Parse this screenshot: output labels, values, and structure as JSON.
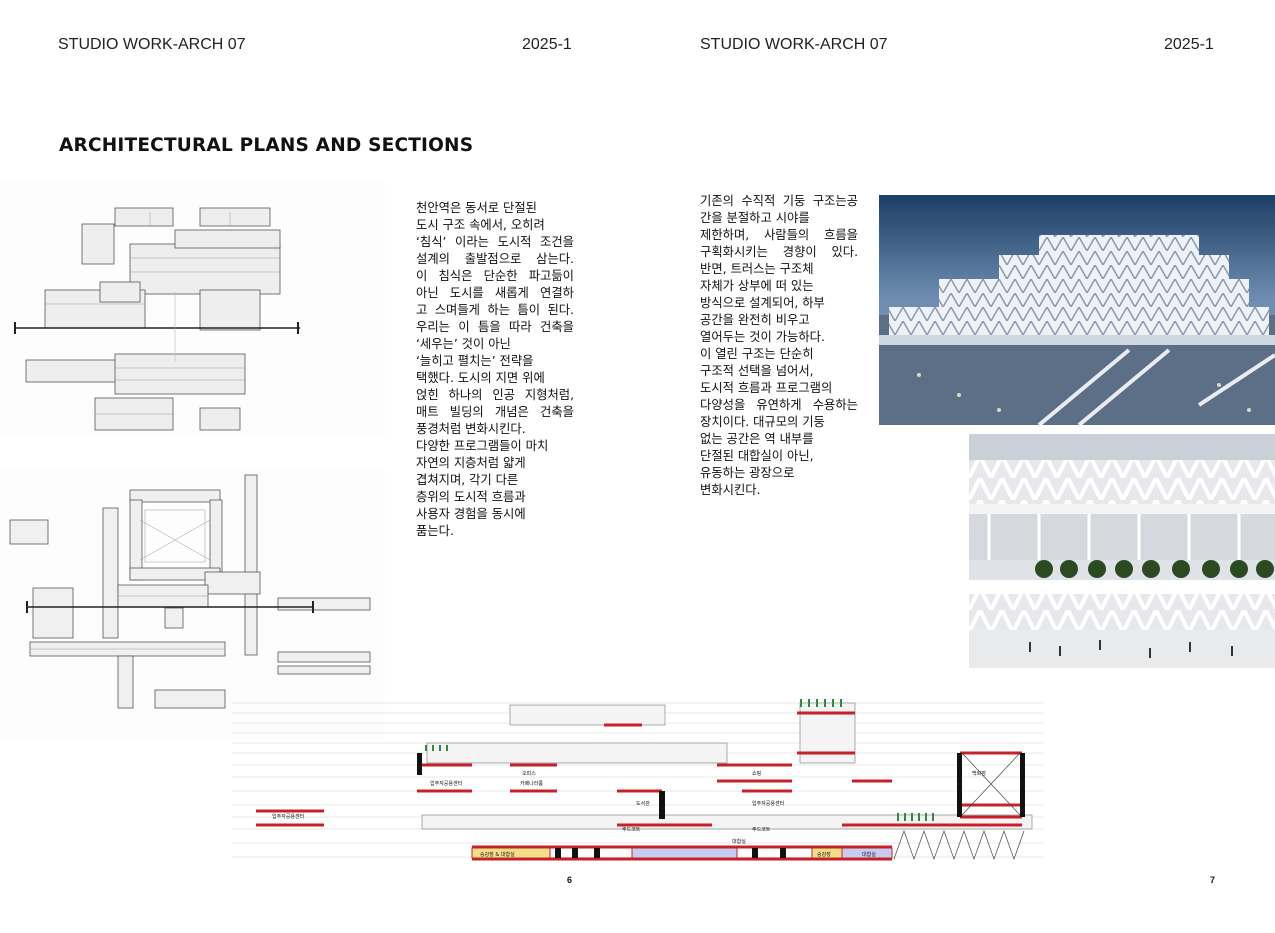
{
  "header": {
    "left_studio": "STUDIO WORK-ARCH 07",
    "left_term": "2025-1",
    "right_studio": "STUDIO WORK-ARCH 07",
    "right_term": "2025-1"
  },
  "section_title": "ARCHITECTURAL PLANS AND SECTIONS",
  "paragraph_left": [
    "천안역은 동서로 단절된",
    "도시 구조 속에서, 오히려",
    "‘침식’ 이라는 도시적 조건을",
    "설계의 출발점으로 삼는다.",
    "이 침식은 단순한 파고듦이",
    "아닌 도시를 새롭게 연결하",
    "고 스며들게 하는 틈이 된다.",
    "우리는 이 틈을 따라 건축을",
    "‘세우는’ 것이 아닌",
    "‘늘히고 펼치는’ 전략을",
    "택했다. 도시의 지면 위에",
    "얹힌 하나의 인공 지형처럼,",
    "매트 빌딩의 개념은 건축을",
    "풍경처럼 변화시킨다.",
    "다양한 프로그램들이 마치",
    "자연의 지층처럼 얇게",
    "겹쳐지며, 각기 다른",
    "층위의 도시적 흐름과",
    "사용자 경험을 동시에",
    "품는다."
  ],
  "paragraph_right": [
    "기존의 수직적 기둥 구조는공",
    "간을 분절하고 시야를",
    "제한하며, 사람들의 흐름을",
    "구획화시키는 경향이 있다.",
    "반면, 트러스는 구조체",
    "자체가 상부에 떠 있는",
    "방식으로 설계되어, 하부",
    "공간을 완전히 비우고",
    "열어두는 것이 가능하다.",
    "이 열린 구조는 단순히",
    "구조적 선택을 넘어서,",
    "도시적 흐름과 프로그램의",
    "다양성을 유연하게 수용하는",
    "장치이다. 대규모의 기둥",
    "없는 공간은 역 내부를",
    "단절된 대합실이 아닌,",
    "유동하는 광장으로",
    "변화시킨다."
  ],
  "section_labels": {
    "lbl_1": "입주자공용센터",
    "lbl_2": "입주자공용센터",
    "lbl_3": "카페나라룸",
    "lbl_4": "오피스",
    "lbl_5": "도서관",
    "lbl_6": "쇼핑",
    "lbl_7": "입주자공용센터",
    "lbl_8": "백화점",
    "lbl_9": "주드코트",
    "lbl_10": "주드코트",
    "lbl_11": "대합실",
    "lbl_12": "승강장 & 대합실",
    "lbl_13": "승강장",
    "lbl_14": "대합실"
  },
  "page_numbers": {
    "left": "6",
    "right": "7"
  },
  "colors": {
    "section_red": "#c8202a",
    "section_yellow": "#f3df8a",
    "section_blue": "#c7cdf0",
    "section_green": "#2f8a3a"
  }
}
